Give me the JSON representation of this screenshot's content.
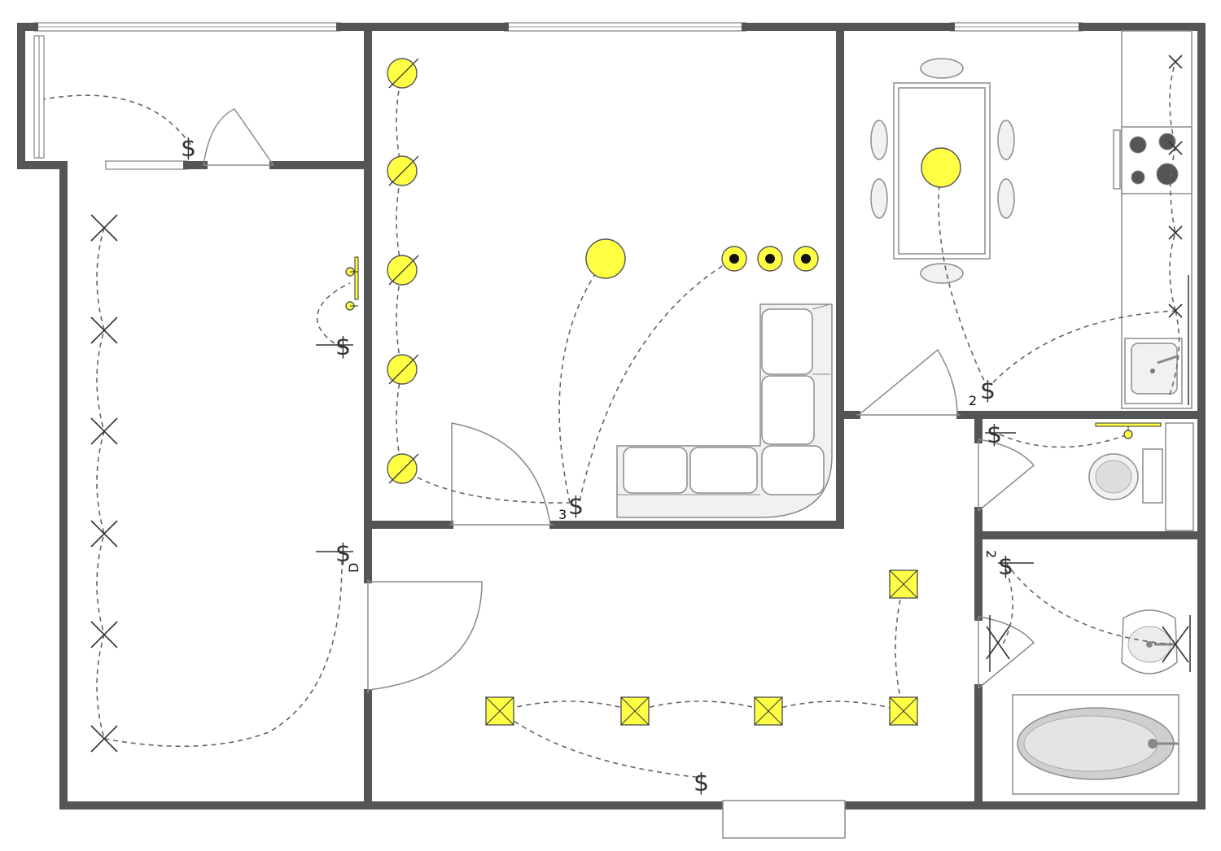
{
  "plan": {
    "switches": [
      {
        "id": "sw-balcony",
        "symbol": "$",
        "count": ""
      },
      {
        "id": "sw-bedroom",
        "symbol": "$",
        "count": ""
      },
      {
        "id": "sw-bedroom-door",
        "symbol": "$",
        "count": "D"
      },
      {
        "id": "sw-living",
        "symbol": "$",
        "count": "3"
      },
      {
        "id": "sw-kitchen",
        "symbol": "$",
        "count": "2"
      },
      {
        "id": "sw-toilet",
        "symbol": "$",
        "count": ""
      },
      {
        "id": "sw-bath",
        "symbol": "$",
        "count": "2"
      },
      {
        "id": "sw-hall",
        "symbol": "$",
        "count": ""
      }
    ],
    "colors": {
      "wall": "#555555",
      "fixture": "#ffff44",
      "wire": "#666666",
      "furniture": "#f1f1f1"
    },
    "icons": [
      "ceiling-light-icon",
      "wall-sconce-icon",
      "recessed-light-icon",
      "track-spot-icon",
      "square-fixture-icon",
      "x-fixture-icon",
      "switch-icon",
      "door-swing-icon",
      "window-icon"
    ]
  }
}
